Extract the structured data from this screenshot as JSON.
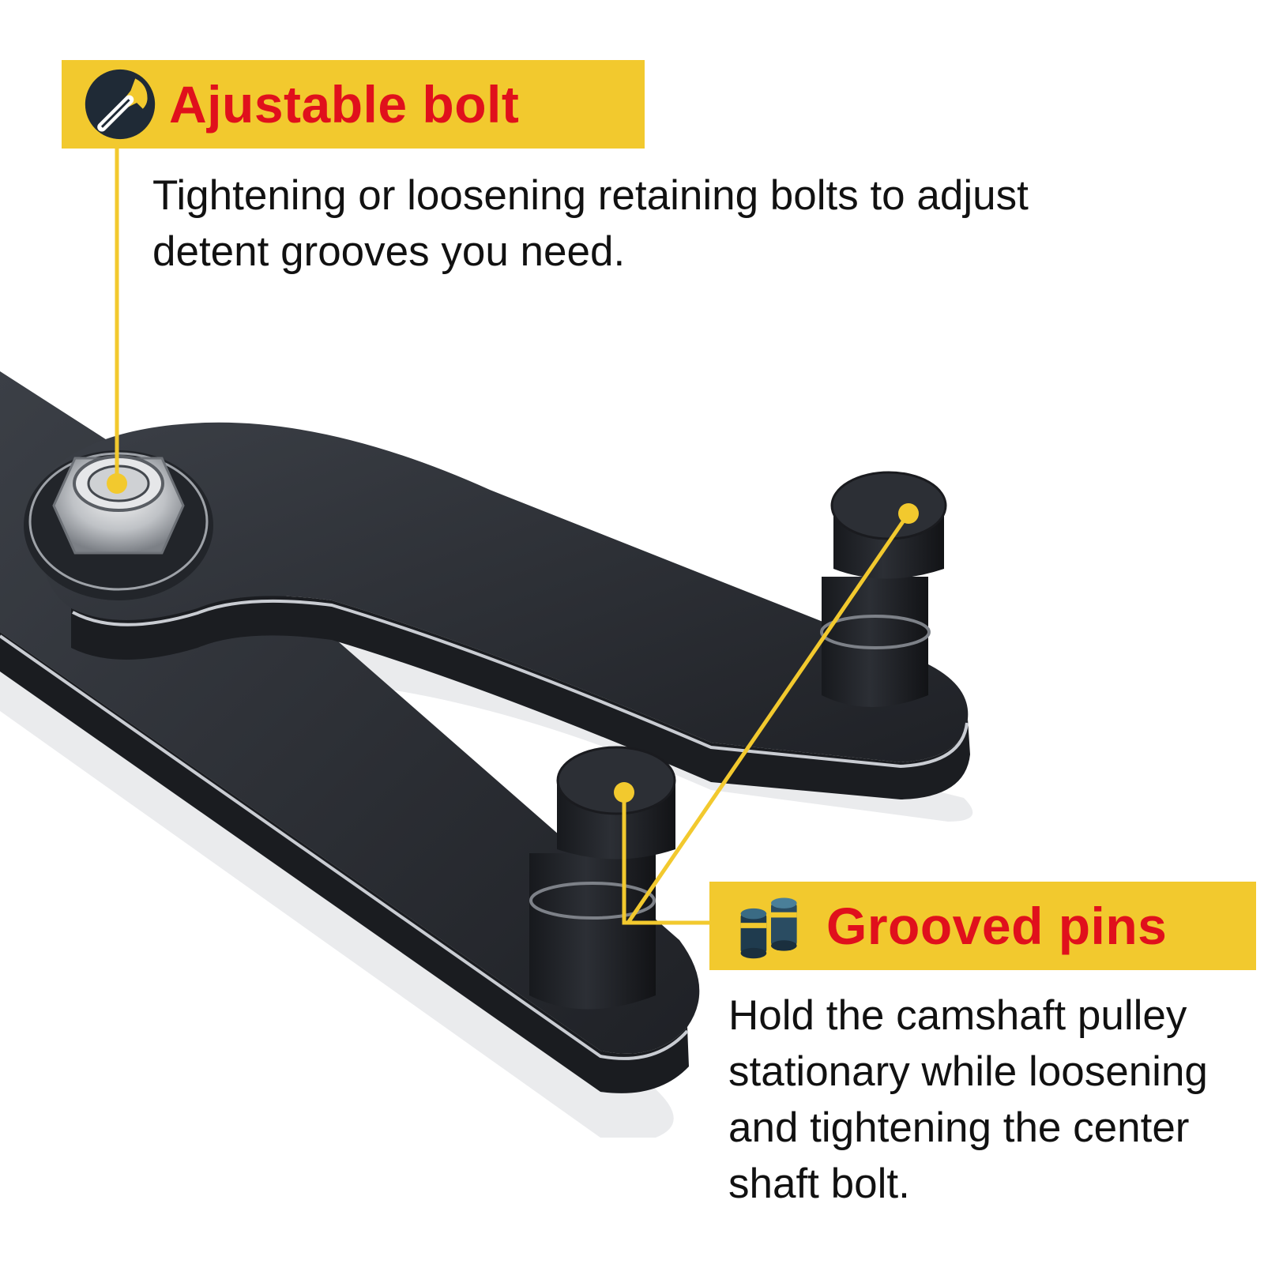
{
  "callouts": {
    "bolt": {
      "title": "Ajustable bolt",
      "icon": "wrench-icon",
      "description": [
        "Tightening or loosening retaining bolts to adjust",
        "detent grooves you need."
      ]
    },
    "pins": {
      "title": "Grooved pins",
      "icon": "grooved-pins-icon",
      "description": [
        "Hold the camshaft pulley",
        "stationary while loosening",
        "and tightening the center",
        "shaft bolt."
      ]
    }
  },
  "colors": {
    "banner": "#f2c92e",
    "title": "#e0101c",
    "leader_line": "#f2c92e",
    "tool_body": "#2c2f35"
  }
}
